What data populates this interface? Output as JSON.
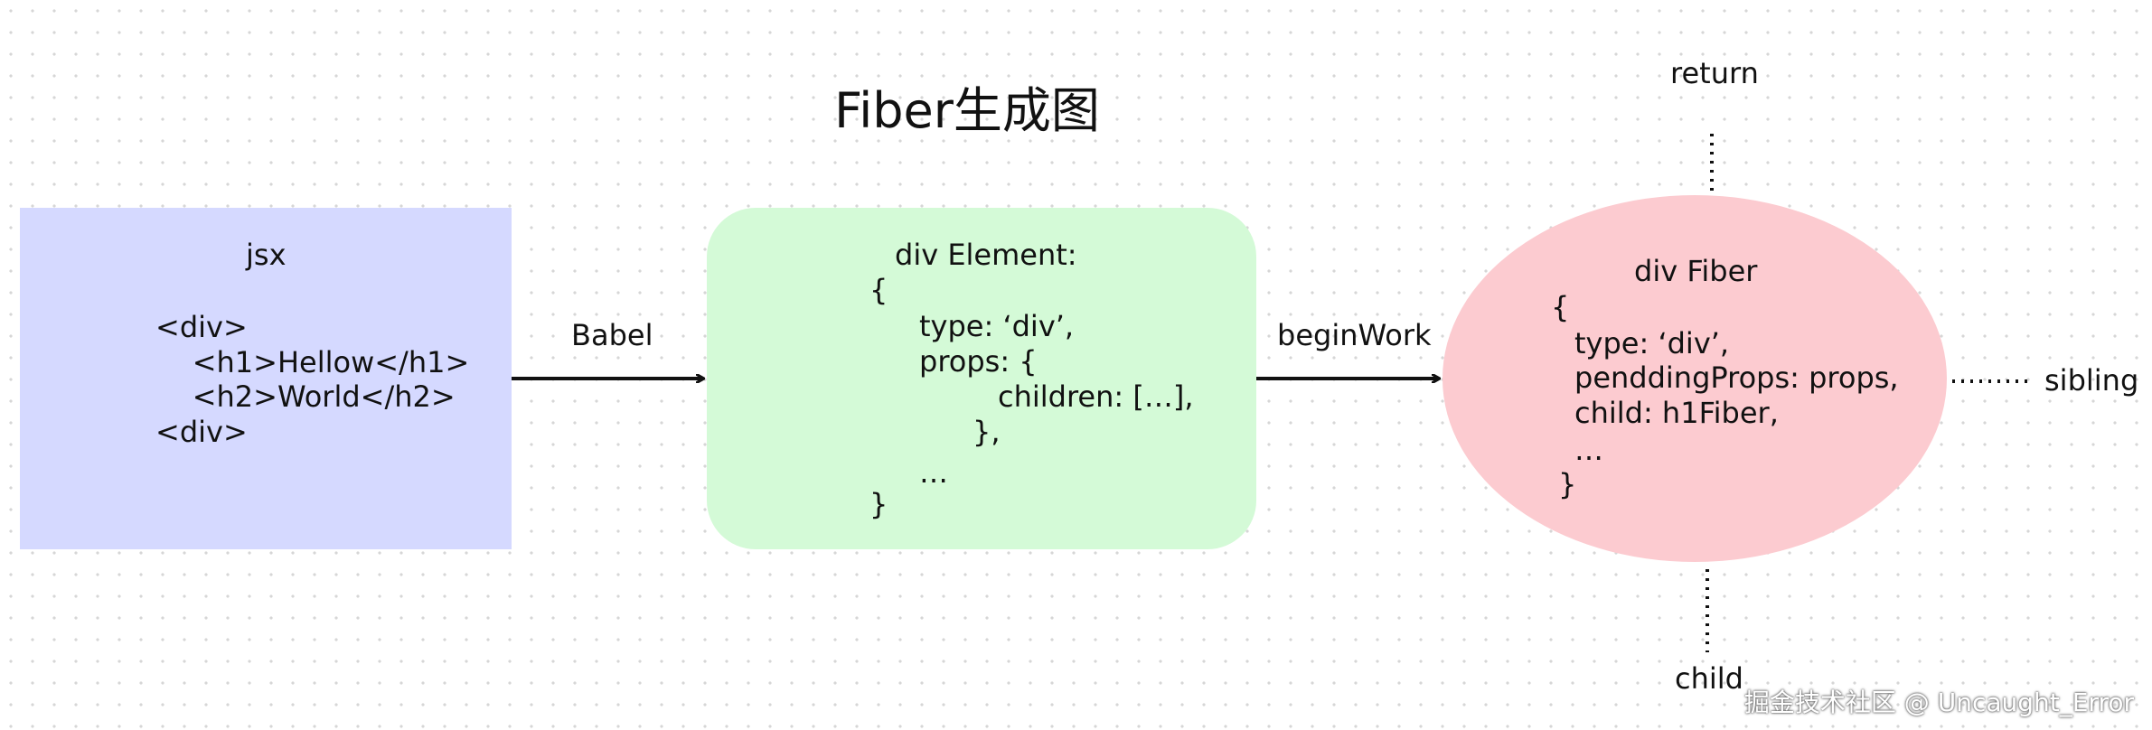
{
  "title": "Fiber生成图",
  "jsx_box": {
    "heading": "jsx",
    "lines": [
      "<div>",
      "    <h1>Hellow</h1>",
      "    <h2>World</h2>",
      "<div>"
    ]
  },
  "element_box": {
    "lines": [
      "div Element:",
      "{",
      "type: ‘div’,",
      "props: {",
      "children: […],",
      "},",
      "…",
      "}"
    ]
  },
  "fiber_box": {
    "lines": [
      "div Fiber",
      "{",
      "type: ‘div’,",
      "penddingProps: props,",
      "child: h1Fiber,",
      "…",
      "}"
    ]
  },
  "edges": {
    "babel": "Babel",
    "begin_work": "beginWork",
    "return": "return",
    "sibling": "sibling",
    "child": "child"
  },
  "watermark": "掘金技术社区 @ Uncaught_Error",
  "colors": {
    "jsx_fill": "#d5d9ff",
    "element_fill": "#d4fad7",
    "fiber_fill": "#fccbd0"
  }
}
